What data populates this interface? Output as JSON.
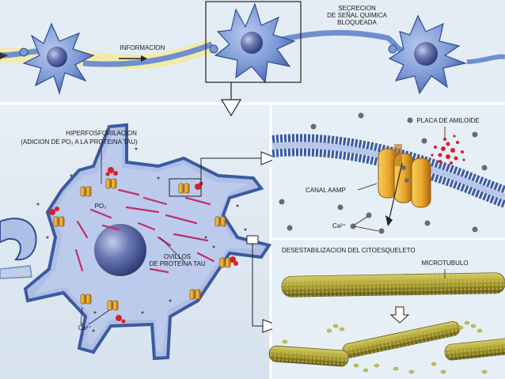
{
  "top_panel": {
    "label_information": "INFORMACION",
    "label_secretion": "SECRECION\nDE SEÑAL QUIMICA\nBLOQUEADA"
  },
  "left_panel": {
    "label_hyperphos_title": "HIPERFOSFORILACION",
    "label_hyperphos_sub": "(ADICION DE PO₃ A LA PROTEINA TAU)",
    "label_po3": "PO₃",
    "label_tangles": "OVILLOS\nDE PROTEINA TAU",
    "label_ca_left": "Ca²⁺"
  },
  "membrane_panel": {
    "label_amyloid": "PLACA DE AMILOIDE",
    "label_ampa": "CANAL AAMP",
    "label_ca_right": "Ca²⁺"
  },
  "cytoskeleton_panel": {
    "label_destab": "DESESTABILIZACION DEL CITOESQUELETO",
    "label_microtubule": "MICROTUBULO"
  },
  "colors": {
    "neuron_body": "#7d9ad6",
    "neuron_outline": "#2f4d93",
    "nucleus": "#45568f",
    "axon_signal": "#f2e27a",
    "channel": "#e9a62a",
    "amyloid": "#d8202a",
    "microtubule": "#a69a2c",
    "tangle": "#c0306a",
    "panel_bg": "#e3ecf4"
  }
}
